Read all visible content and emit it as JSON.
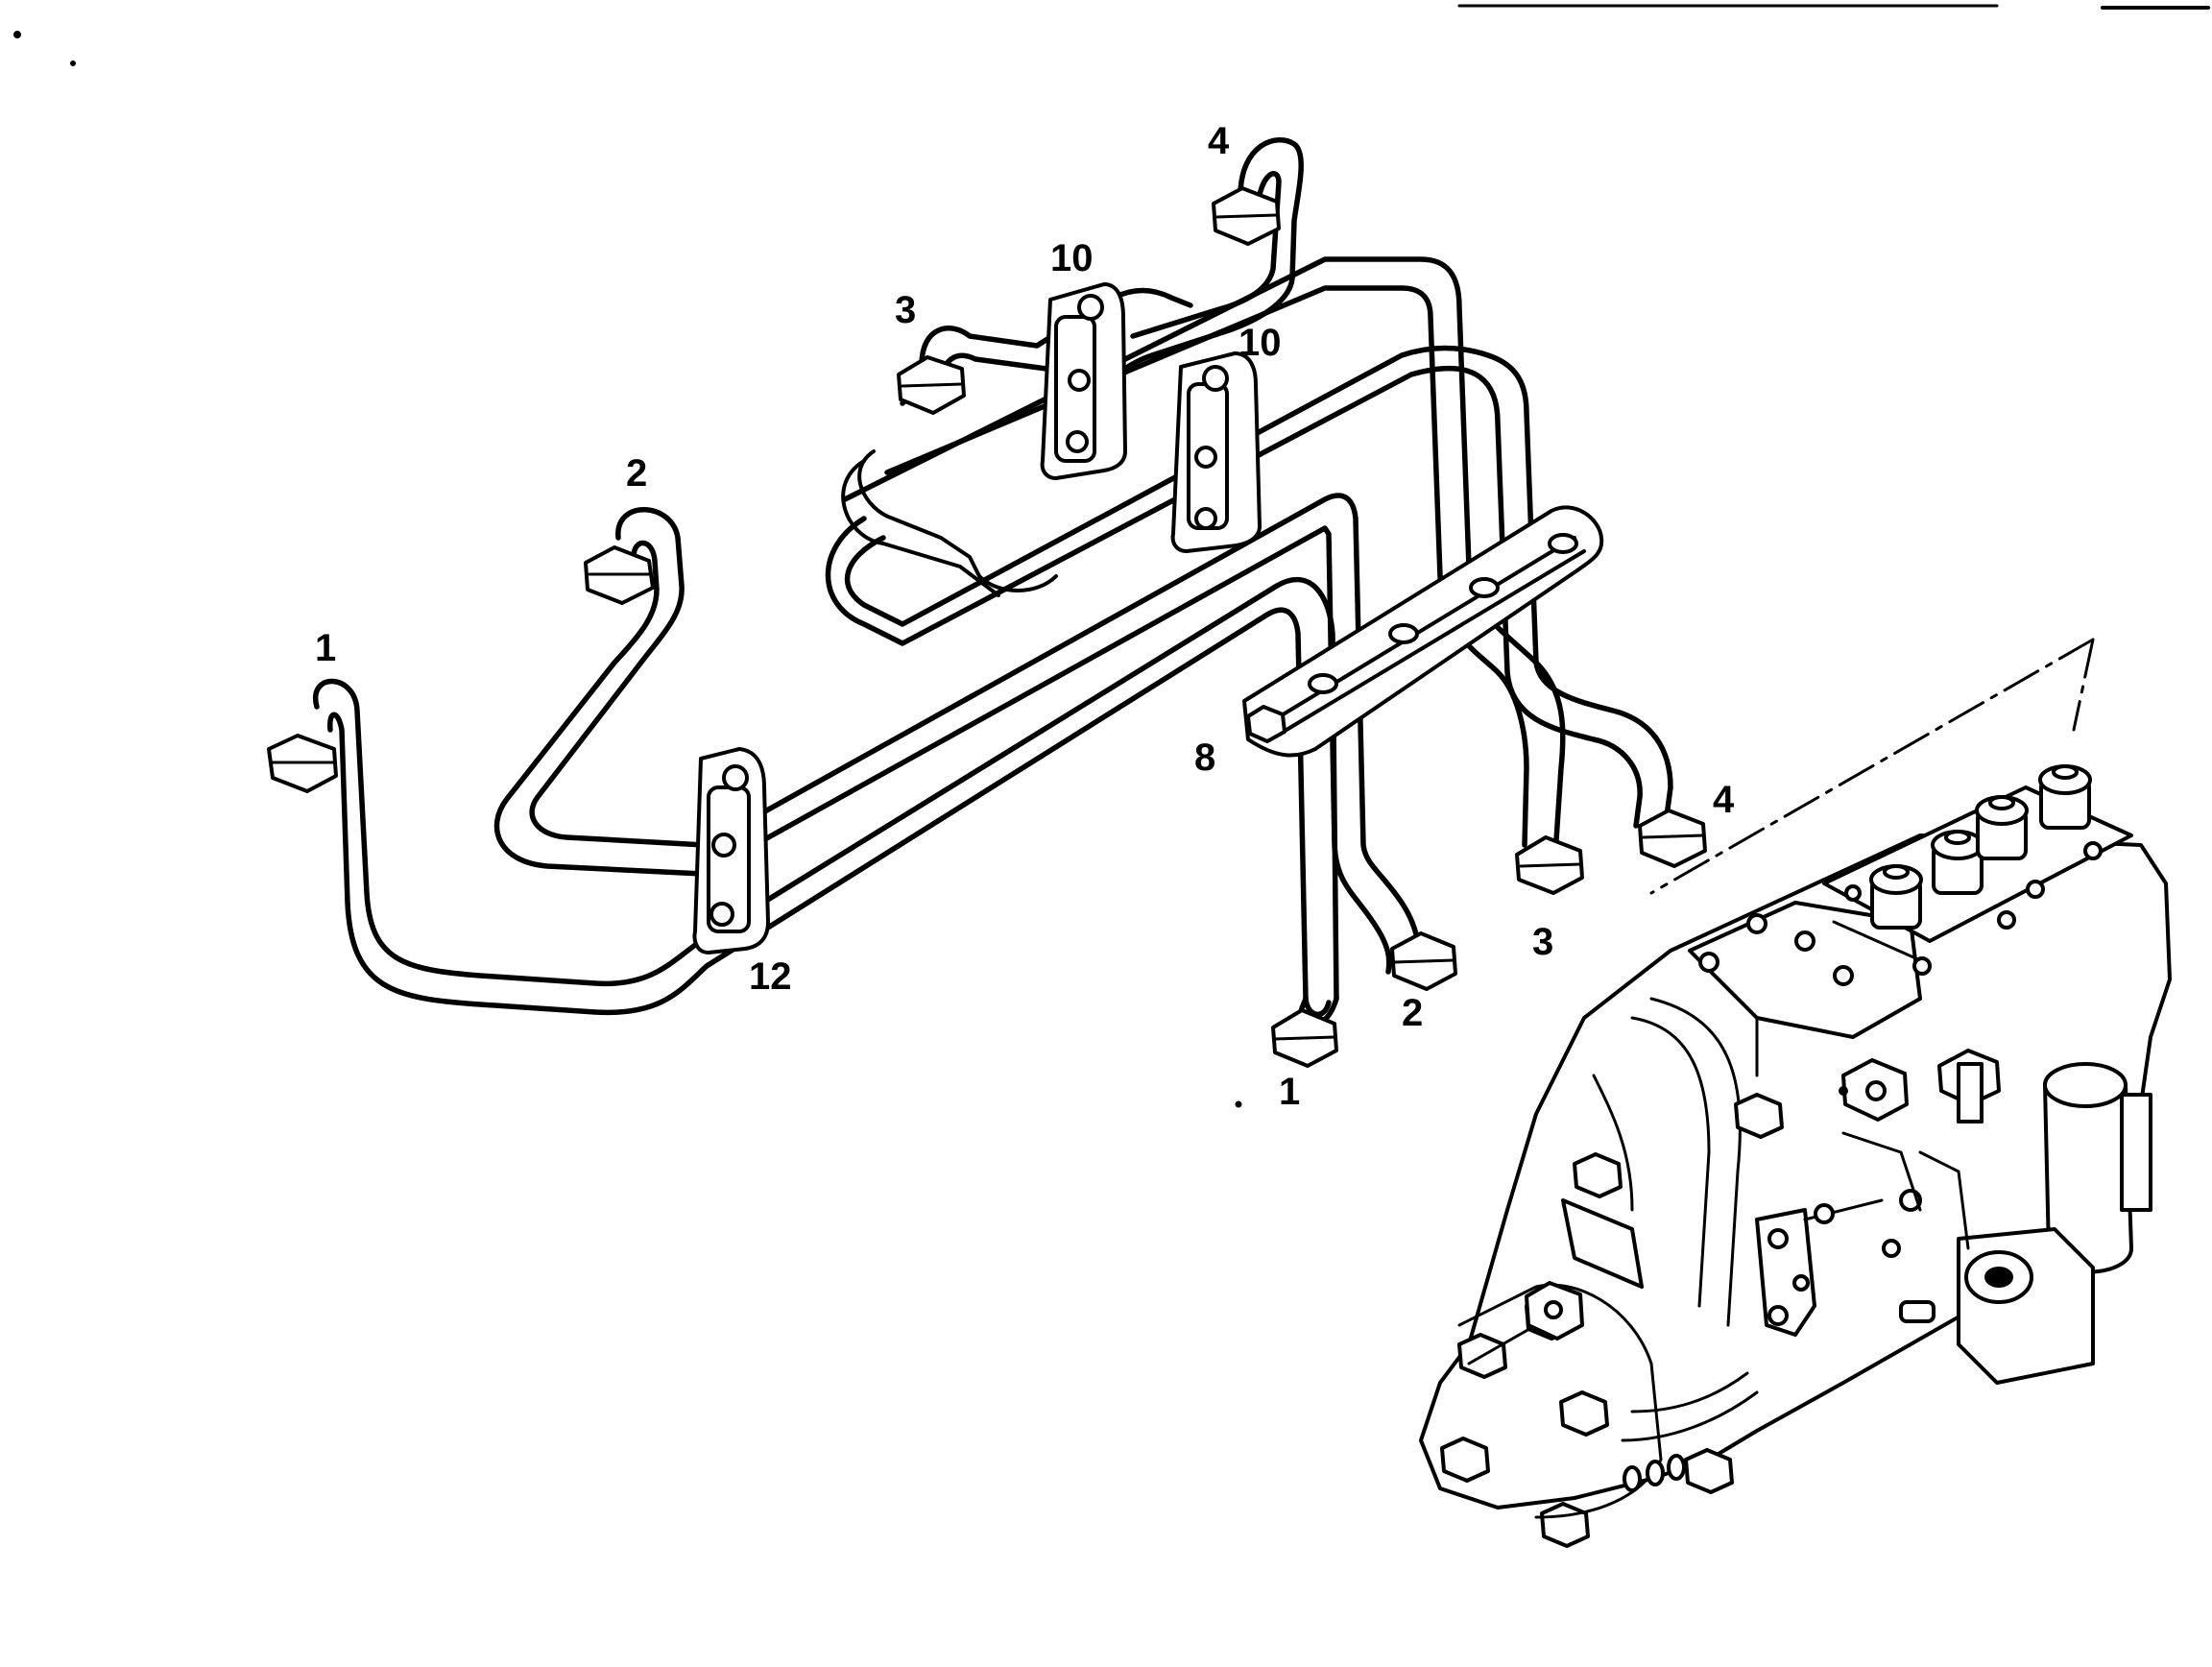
{
  "diagram": {
    "callouts": {
      "upper_left_1": "1",
      "upper_left_2": "2",
      "upper_left_3": "3",
      "upper_left_4": "4",
      "clamp_10_a": "10",
      "clamp_10_b": "10",
      "clamp_12": "12",
      "clamp_8": "8",
      "lower_1": "1",
      "lower_2": "2",
      "lower_3": "3",
      "lower_4": "4"
    }
  },
  "colors": {
    "ink": "#000000",
    "paper": "#ffffff"
  }
}
